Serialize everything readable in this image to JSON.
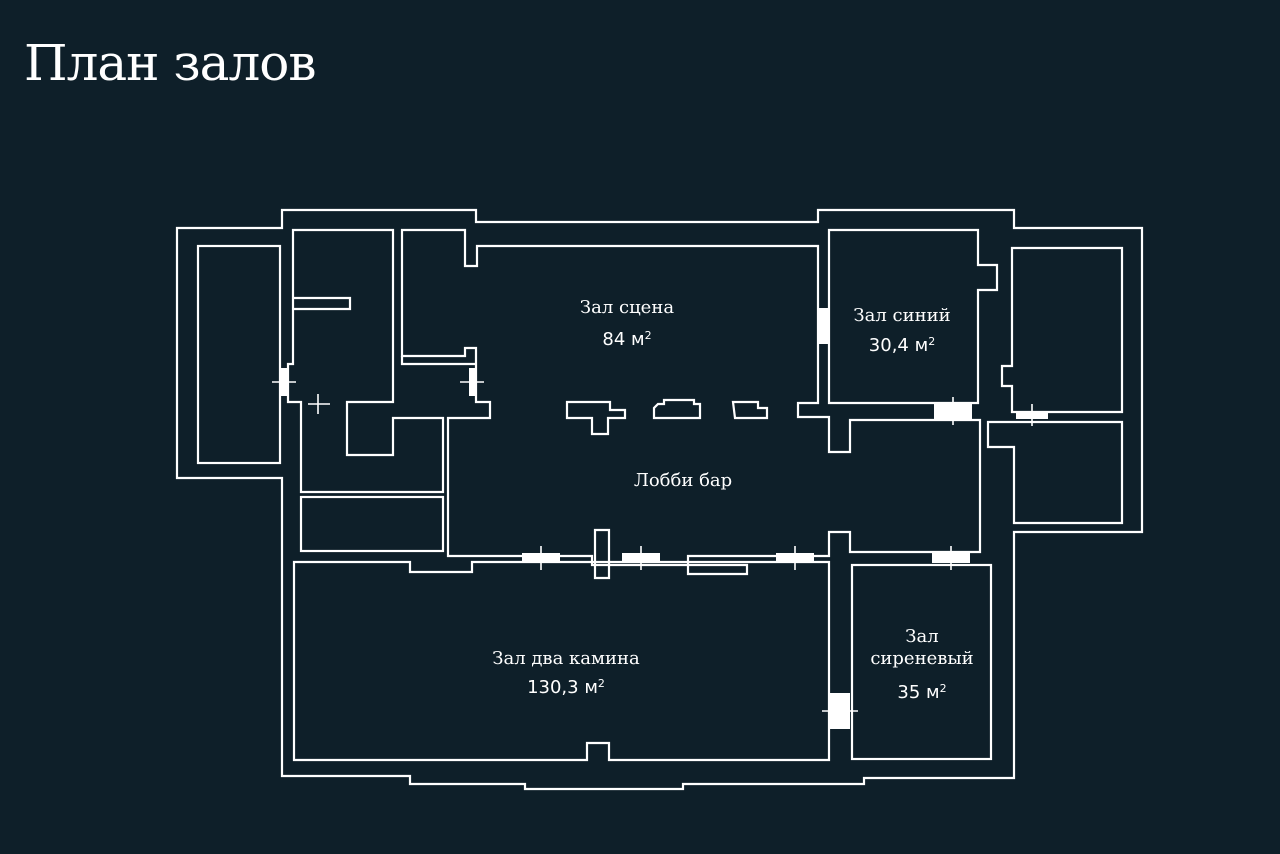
{
  "title": "План залов",
  "halls": {
    "scene": {
      "name": "Зал сцена",
      "area": "84",
      "unit": "м",
      "unit_sup": "2"
    },
    "blue": {
      "name": "Зал синий",
      "area": "30,4",
      "unit": "м",
      "unit_sup": "2"
    },
    "lobby": {
      "name": "Лобби бар"
    },
    "fireplace": {
      "name": "Зал два камина",
      "area": "130,3",
      "unit": "м",
      "unit_sup": "2"
    },
    "lilac": {
      "name_line1": "Зал",
      "name_line2": "сиреневый",
      "area": "35",
      "unit": "м",
      "unit_sup": "2"
    }
  },
  "colors": {
    "background": "#0e1f29",
    "lines": "#ffffff"
  }
}
